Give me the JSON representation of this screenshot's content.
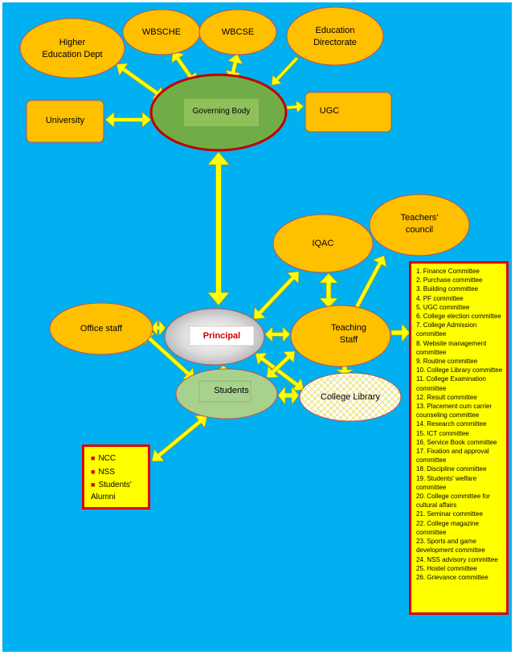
{
  "nodes": {
    "higher_education_dept": "Higher\nEducation Dept",
    "wbsche": "WBSCHE",
    "wbcse": "WBCSE",
    "education_directorate": "Education\nDirectorate",
    "university": "University",
    "governing_body": "Governing Body",
    "ugc": "UGC",
    "iqac": "IQAC",
    "teachers_council": "Teachers'\ncouncil",
    "office_staff": "Office staff",
    "principal": "Principal",
    "teaching_staff": "Teaching\nStaff",
    "students": "Students",
    "college_library": "College Library"
  },
  "student_bodies": [
    "NCC",
    "NSS",
    "Students'\nAlumni"
  ],
  "committees": [
    {
      "num": "1.",
      "name": "Finance Committee"
    },
    {
      "num": "2.",
      "name": "Purchase committee"
    },
    {
      "num": "3.",
      "name": "Building committee"
    },
    {
      "num": "4.",
      "name": "PF committee"
    },
    {
      "num": "5.",
      "name": "UGC committee"
    },
    {
      "num": "6.",
      "name": "College election committee"
    },
    {
      "num": "7.",
      "name": "College Admission committee"
    },
    {
      "num": "8.",
      "name": "Website management committee"
    },
    {
      "num": "9.",
      "name": "Routine committee"
    },
    {
      "num": "10.",
      "name": "College Library committee"
    },
    {
      "num": "11.",
      "name": "College Examination committee"
    },
    {
      "num": "12.",
      "name": "Result committee"
    },
    {
      "num": "13.",
      "name": "Placement cum carrier counseling committee"
    },
    {
      "num": "14.",
      "name": "Research committee"
    },
    {
      "num": "15.",
      "name": "ICT committee"
    },
    {
      "num": "16.",
      "name": "Service Book committee"
    },
    {
      "num": "17.",
      "name": "Fixation and approval committee"
    },
    {
      "num": "18.",
      "name": "Discipline committee"
    },
    {
      "num": "19.",
      "name": "Students' welfare committee"
    },
    {
      "num": "20.",
      "name": "College committee for cultural affairs"
    },
    {
      "num": "21.",
      "name": "Seminar committee"
    },
    {
      "num": "22.",
      "name": "College magazine committee"
    },
    {
      "num": "23.",
      "name": "Sports and game development committee"
    },
    {
      "num": "24.",
      "name": "NSS advisory committee"
    },
    {
      "num": "25.",
      "name": "Hostel committee"
    },
    {
      "num": "26.",
      "name": "Grievance committee"
    }
  ],
  "colors": {
    "background": "#00b0f0",
    "node_fill": "#ffc000",
    "node_stroke": "#c0504d",
    "governing_fill": "#70ad47",
    "governing_stroke": "#c00000",
    "arrow": "#ffff00",
    "box_fill": "#ffff00",
    "box_stroke": "#e00000",
    "students_fill": "#a9d18e",
    "principal_text": "#d00000"
  }
}
